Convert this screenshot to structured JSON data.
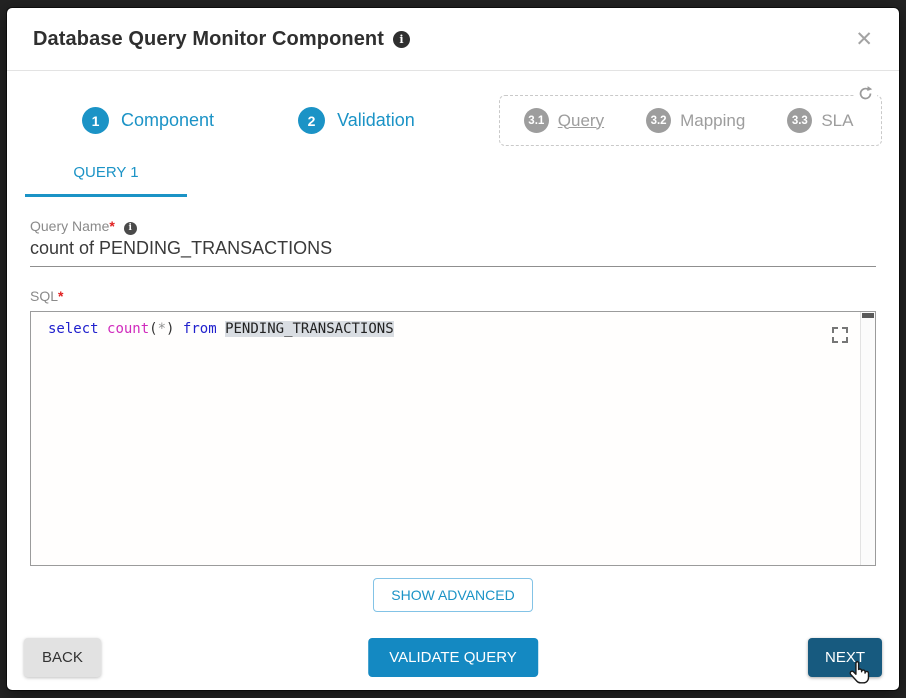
{
  "modal": {
    "title": "Database Query Monitor Component",
    "close_glyph": "✕",
    "info_glyph": "i"
  },
  "steps": {
    "step1": {
      "number": "1",
      "label": "Component"
    },
    "step2": {
      "number": "2",
      "label": "Validation"
    },
    "substeps": [
      {
        "number": "3.1",
        "label": "Query"
      },
      {
        "number": "3.2",
        "label": "Mapping"
      },
      {
        "number": "3.3",
        "label": "SLA"
      }
    ]
  },
  "tabs": {
    "query_tab": "QUERY 1"
  },
  "form": {
    "query_name": {
      "label": "Query Name",
      "required_mark": "*",
      "info_glyph": "i",
      "value": "count of PENDING_TRANSACTIONS"
    },
    "sql": {
      "label": "SQL",
      "required_mark": "*",
      "tokens": [
        {
          "text": "select "
        },
        {
          "text": "count"
        },
        {
          "text": "("
        },
        {
          "text": "*"
        },
        {
          "text": ") "
        },
        {
          "text": "from "
        },
        {
          "text": "PENDING_TRANSACTIONS"
        }
      ]
    }
  },
  "buttons": {
    "show_advanced": "SHOW ADVANCED",
    "back": "BACK",
    "validate": "VALIDATE QUERY",
    "next": "NEXT"
  },
  "colors": {
    "accent_blue": "#1b93c6",
    "primary_button": "#1489c2",
    "next_button": "#175a7f",
    "disabled_gray": "#9d9d9d",
    "required_red": "#e02020",
    "keyword_blue": "#2121cd",
    "function_magenta": "#d02bbd",
    "table_highlight": "#d9dde2"
  }
}
